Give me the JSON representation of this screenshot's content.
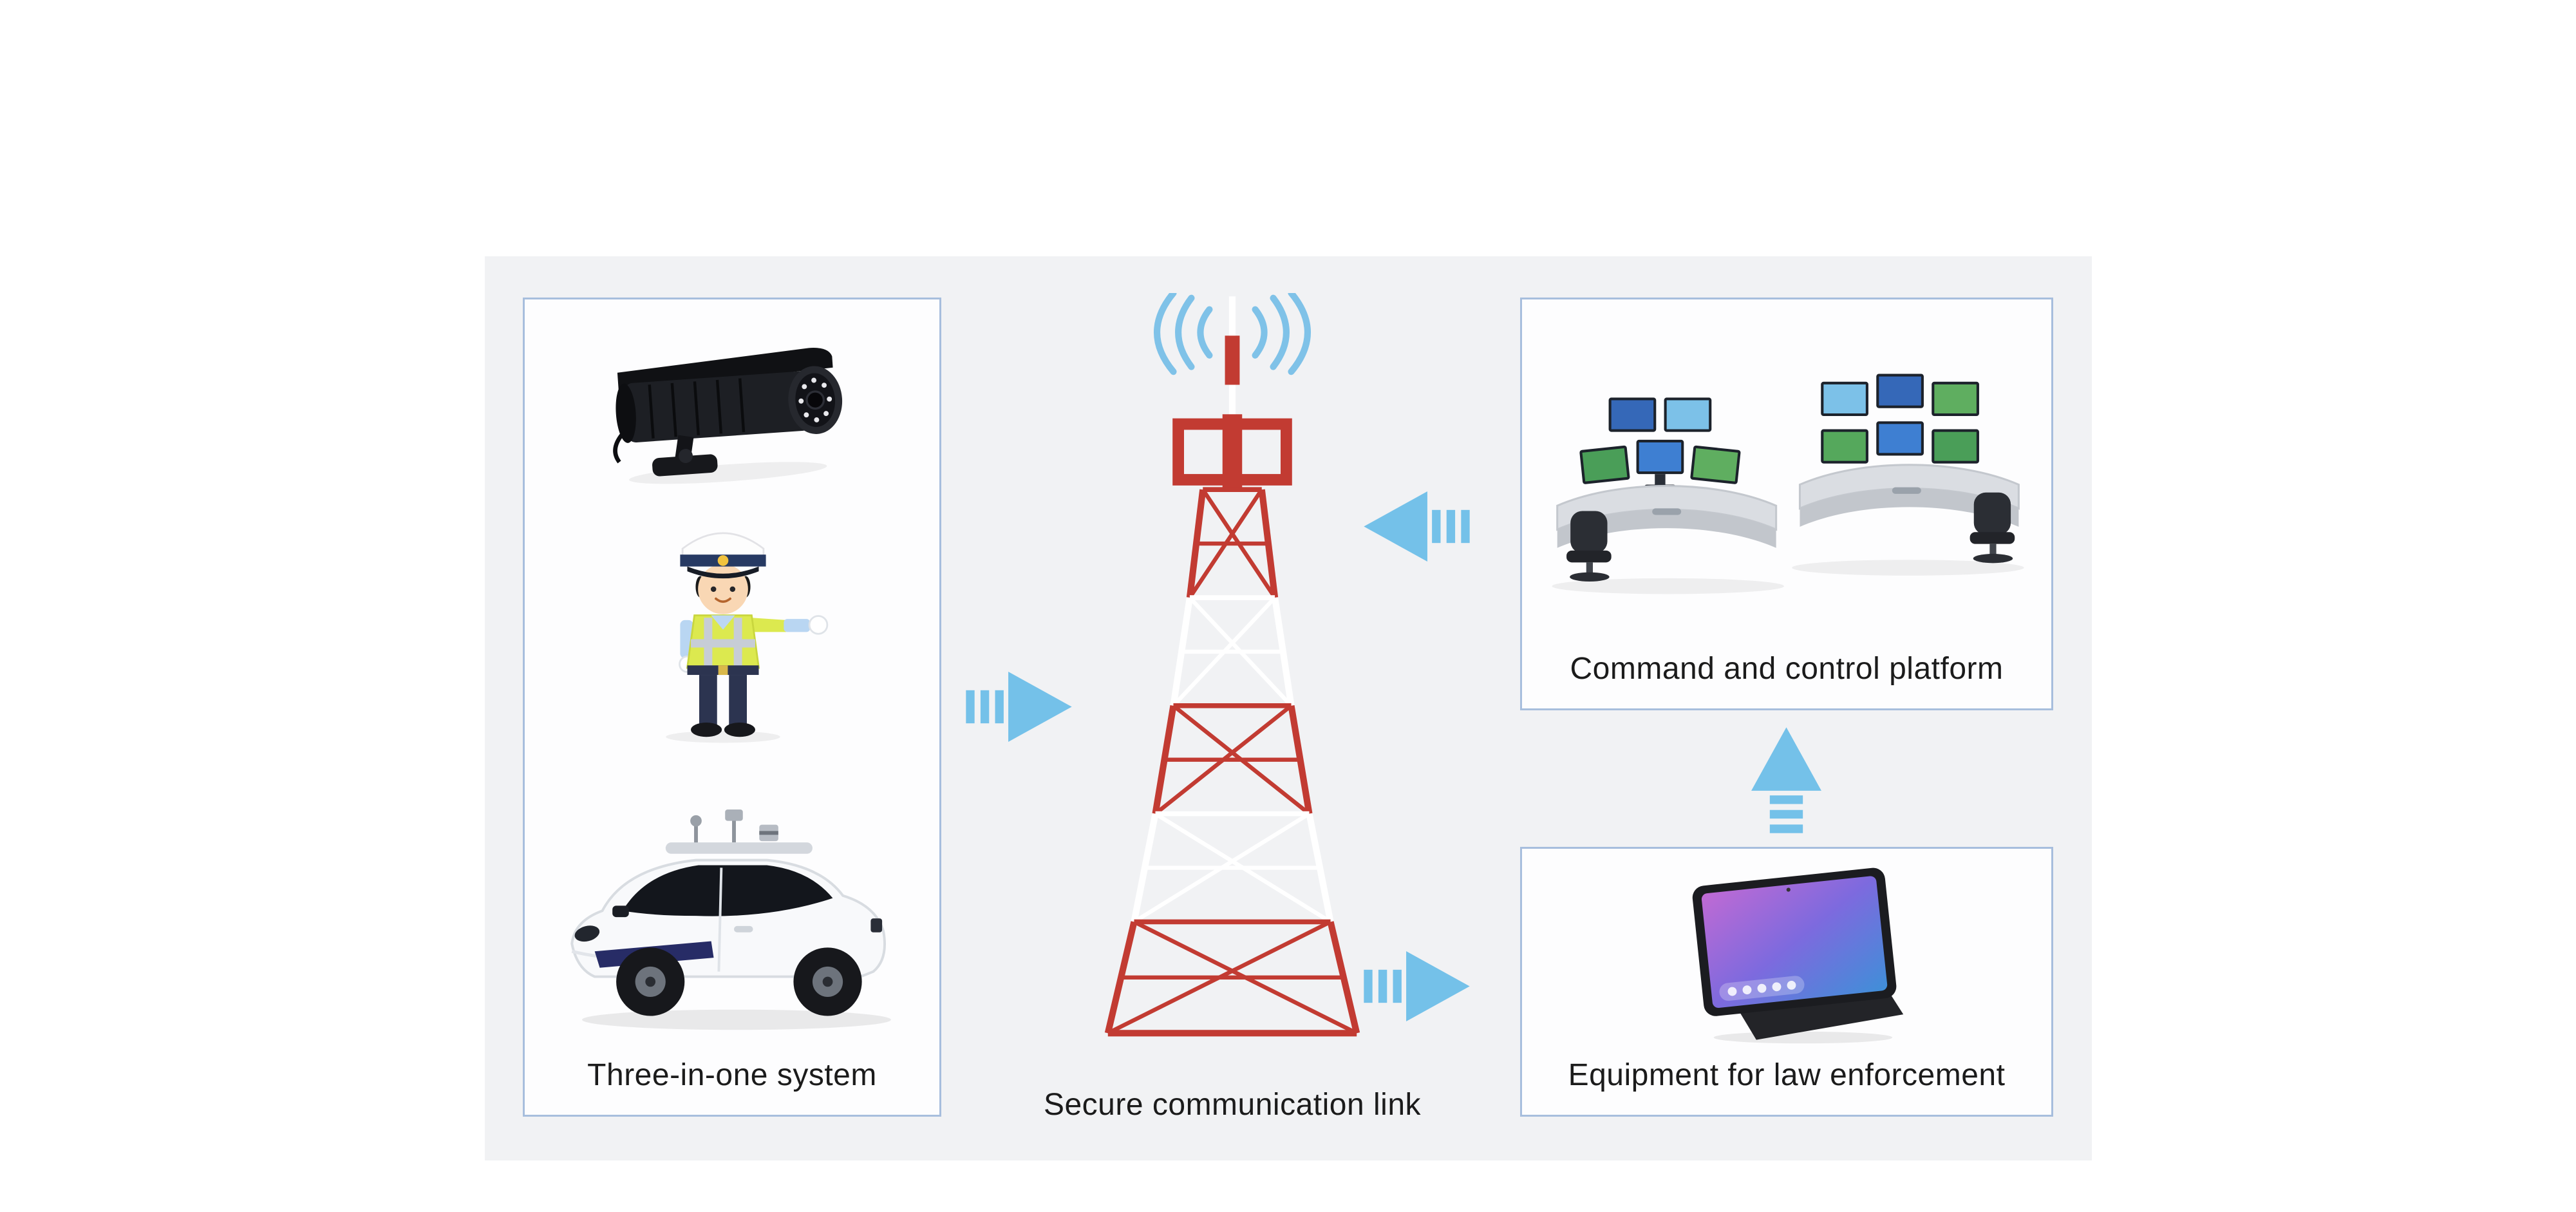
{
  "page": {
    "background": "#ffffff"
  },
  "panel": {
    "background": "#f1f2f4"
  },
  "colors": {
    "arrow_blue": "#74c1e9",
    "wave_blue": "#7fc2e8",
    "tower_red": "#c23b32",
    "box_border": "#a7bedd",
    "box_background": "#fdfdfe",
    "label_text": "#1b1b1b"
  },
  "boxes": {
    "three_in_one": {
      "label": "Three-in-one system",
      "icons": [
        "cctv-camera-icon",
        "traffic-police-icon",
        "patrol-vehicle-icon"
      ]
    },
    "command": {
      "label": "Command and control platform",
      "icons": [
        "control-room-icon"
      ]
    },
    "equipment": {
      "label": "Equipment for law enforcement",
      "icons": [
        "law-enforcement-tablet-icon"
      ]
    }
  },
  "tower": {
    "label": "Secure communication link",
    "icons": [
      "radio-waves-icon",
      "radio-tower-icon"
    ]
  },
  "arrows": [
    {
      "name": "arrow-three-in-one-to-tower",
      "direction": "right"
    },
    {
      "name": "arrow-command-to-tower",
      "direction": "left"
    },
    {
      "name": "arrow-tower-to-equipment",
      "direction": "right"
    },
    {
      "name": "arrow-equipment-to-command",
      "direction": "up"
    }
  ]
}
